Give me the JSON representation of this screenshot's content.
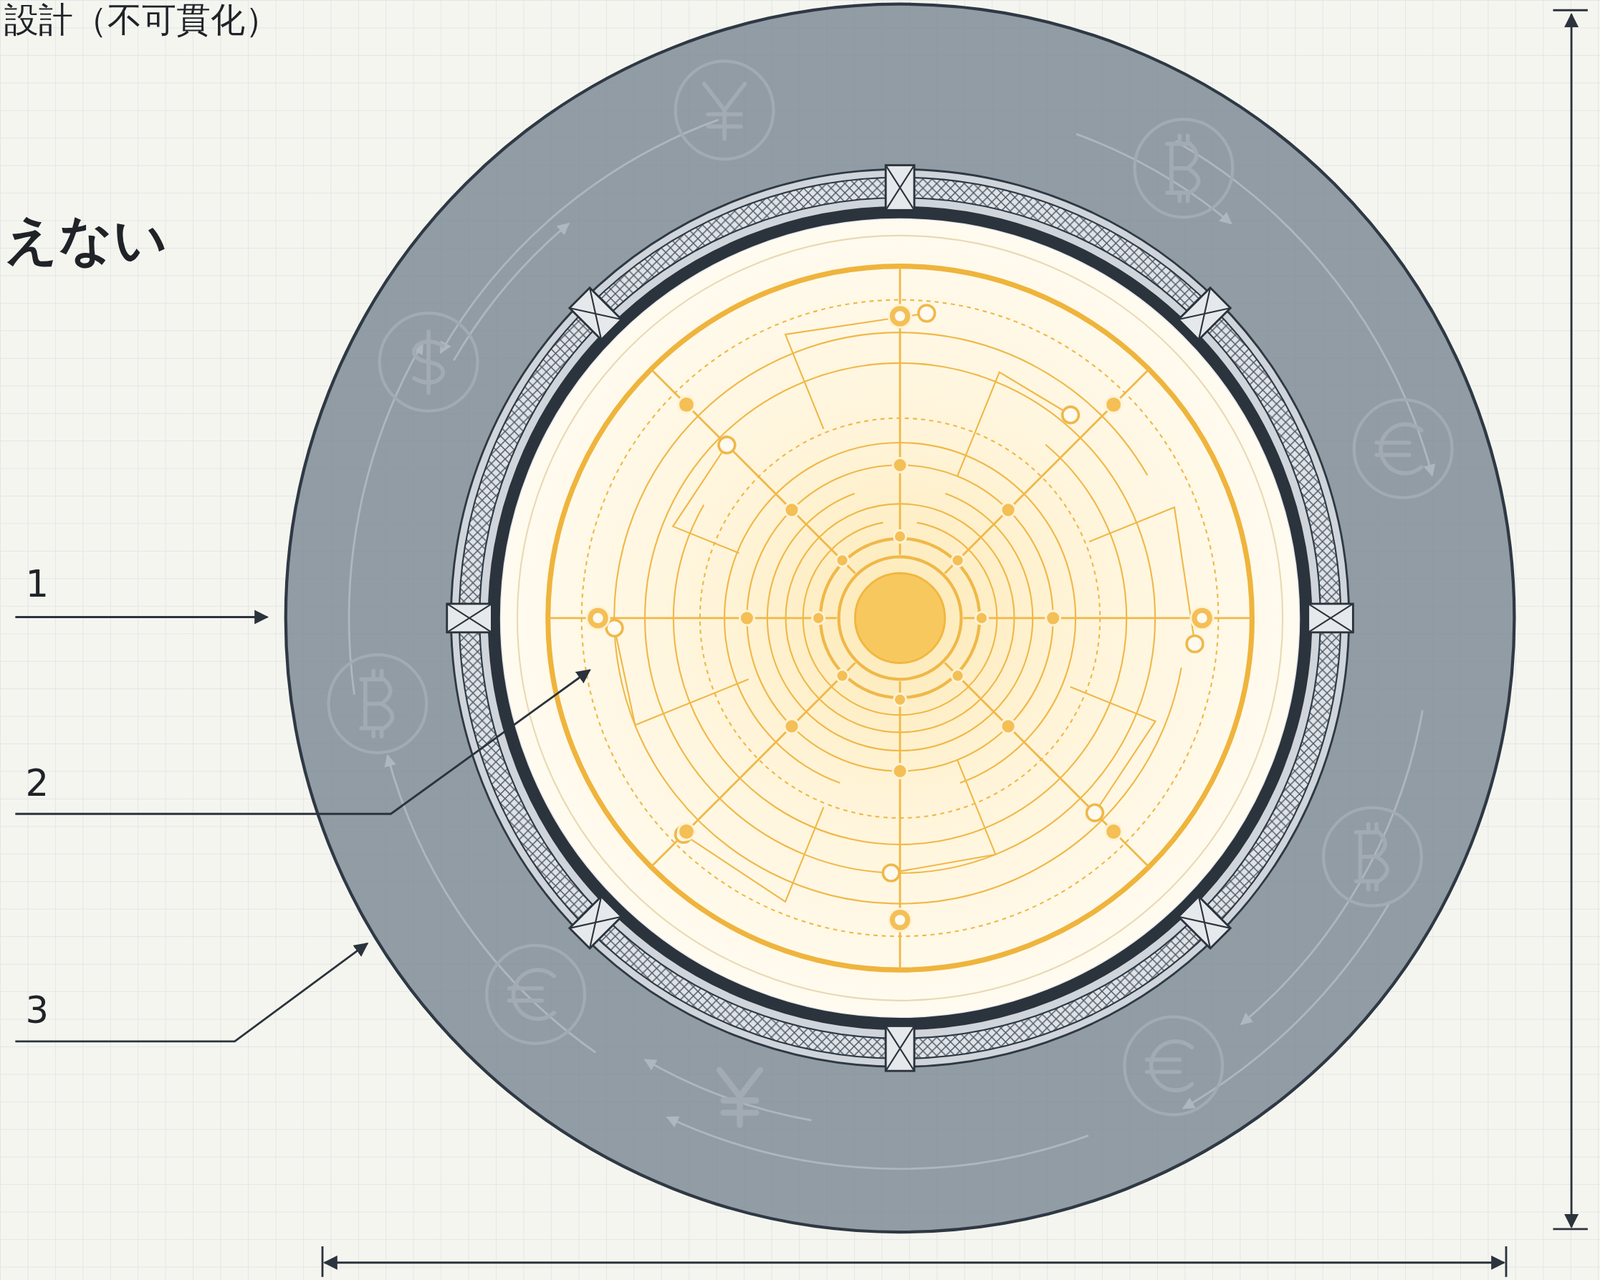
{
  "diagram": {
    "labels": [
      "設計（不可貫化）",
      "えない",
      "1",
      "2",
      "3"
    ]
  }
}
